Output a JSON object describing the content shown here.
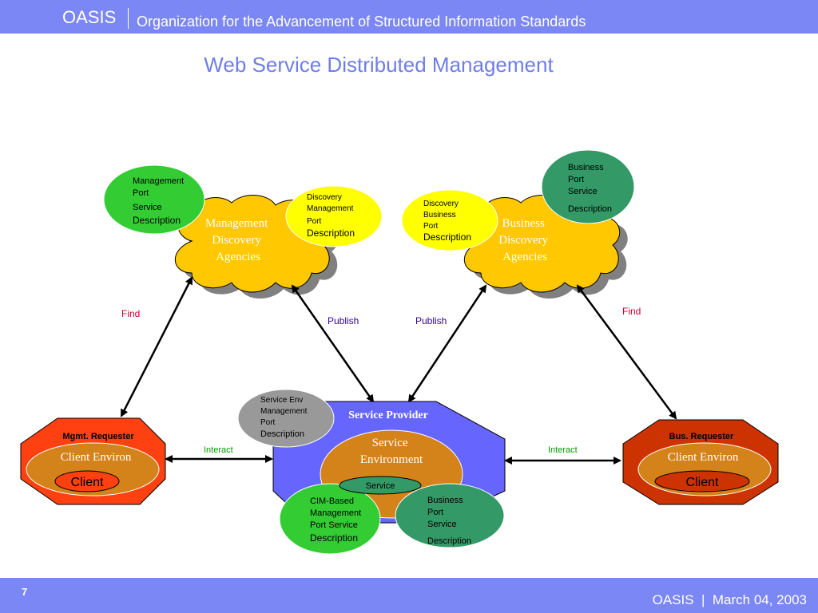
{
  "header": {
    "brand": "OASIS",
    "organization": "Organization for the Advancement of Structured Information Standards"
  },
  "slide": {
    "title": "Web Service Distributed Management"
  },
  "diagram": {
    "mgmt_agency": {
      "lines": [
        "Management",
        "Discovery",
        "Agencies"
      ]
    },
    "bus_agency": {
      "lines": [
        "Business",
        "Discovery",
        "Agencies"
      ]
    },
    "mgmt_port_desc": {
      "lines": [
        "Management",
        "Port",
        "Service",
        "Description"
      ]
    },
    "disc_mgmt_desc": {
      "lines": [
        "Discovery",
        "Management",
        "Port",
        "Description"
      ]
    },
    "disc_bus_desc": {
      "lines": [
        "Discovery",
        "Business",
        "Port",
        "Description"
      ]
    },
    "bus_port_desc_top": {
      "lines": [
        "Business",
        "Port",
        "Service",
        "Description"
      ]
    },
    "labels": {
      "find_left": "Find",
      "find_right": "Find",
      "publish_left": "Publish",
      "publish_right": "Publish",
      "interact_left": "Interact",
      "interact_right": "Interact"
    },
    "service_provider": {
      "title": "Service Provider",
      "environment": [
        "Service",
        "Environment"
      ],
      "service": "Service"
    },
    "service_env_desc": {
      "lines": [
        "Service Env",
        "Management",
        "Port",
        "Description"
      ]
    },
    "cim_desc": {
      "lines": [
        "CIM-Based",
        "Management",
        "Port Service",
        "Description"
      ]
    },
    "bus_port_desc_bottom": {
      "lines": [
        "Business",
        "Port",
        "Service",
        "Description"
      ]
    },
    "mgmt_requester": {
      "title": "Mgmt. Requester",
      "environ": "Client Environ",
      "client": "Client"
    },
    "bus_requester": {
      "title": "Bus. Requester",
      "environ": "Client Environ",
      "client": "Client"
    },
    "colors": {
      "cloud": "#ffc800",
      "green_bright": "#33cc33",
      "green_dark": "#339966",
      "yellow": "#ffff00",
      "gray": "#999999",
      "provider": "#6666ff",
      "service_env": "#d4821a",
      "mgmt_requester": "#ff4010",
      "bus_requester": "#cc3300",
      "find": "#cc0033",
      "publish": "#330099",
      "interact": "#009900"
    }
  },
  "footer": {
    "page_number": "7",
    "text": "OASIS  |  March 04, 2003"
  }
}
